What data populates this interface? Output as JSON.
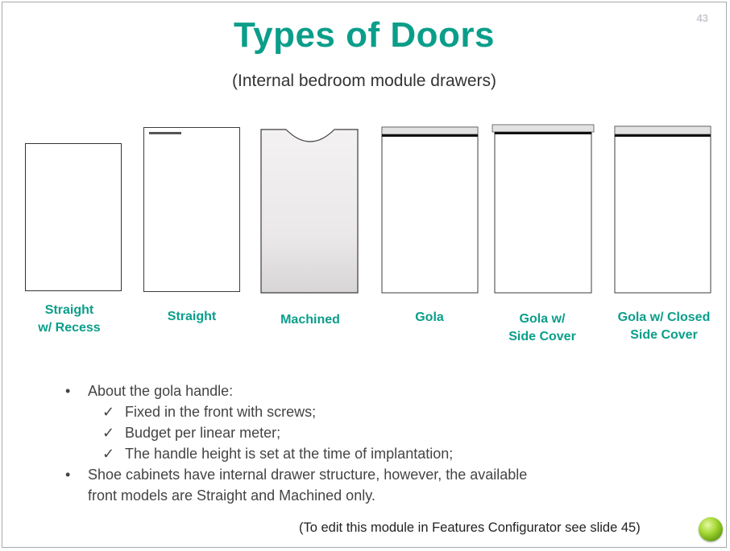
{
  "slide": {
    "number": "43",
    "title": "Types of Doors",
    "subtitle": "(Internal bedroom module drawers)"
  },
  "doors": [
    {
      "label": "Straight\nw/ Recess"
    },
    {
      "label": "Straight"
    },
    {
      "label": "Machined"
    },
    {
      "label": "Gola"
    },
    {
      "label": "Gola w/\nSide Cover"
    },
    {
      "label": "Gola w/ Closed\nSide Cover"
    }
  ],
  "bullets": {
    "gola_intro": "About the gola handle:",
    "gola_points": [
      "Fixed in the front with screws;",
      "Budget per linear meter;",
      "The handle height is set at the time of implantation;"
    ],
    "shoe_line1": "Shoe cabinets have internal drawer structure, however, the available",
    "shoe_line2": "front models are Straight and Machined only."
  },
  "note": "(To edit this module in Features Configurator see slide 45)",
  "colors": {
    "accent": "#0a9e8a",
    "next_button": "#8cc63f"
  },
  "icons": {
    "bullet": "•",
    "check": "✓",
    "next_button": "green-circle-icon"
  }
}
